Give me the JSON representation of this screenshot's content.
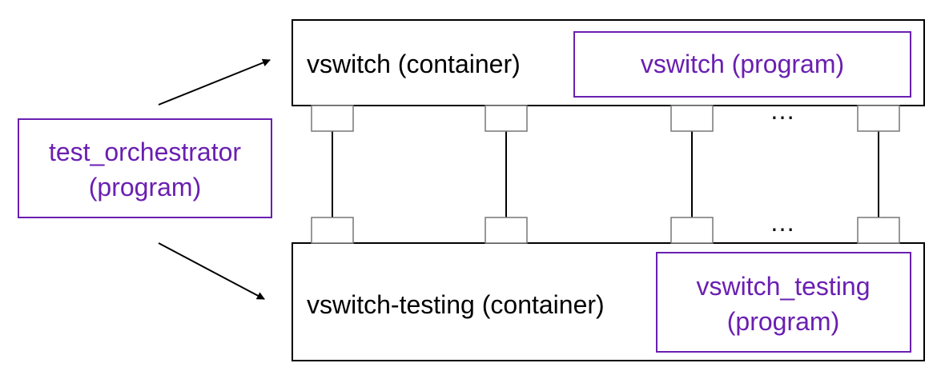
{
  "colors": {
    "program": "#6a1fb1",
    "container_border": "#000000",
    "port_border": "#777777",
    "link": "#000000"
  },
  "orchestrator": {
    "line1": "test_orchestrator",
    "line2": "(program)"
  },
  "vswitch_container": {
    "label": "vswitch (container)",
    "program_label": "vswitch (program)"
  },
  "testing_container": {
    "label": "vswitch-testing (container)",
    "program_line1": "vswitch_testing",
    "program_line2": "(program)"
  },
  "ports": {
    "ellipsis_top": "…",
    "ellipsis_bottom": "…"
  }
}
